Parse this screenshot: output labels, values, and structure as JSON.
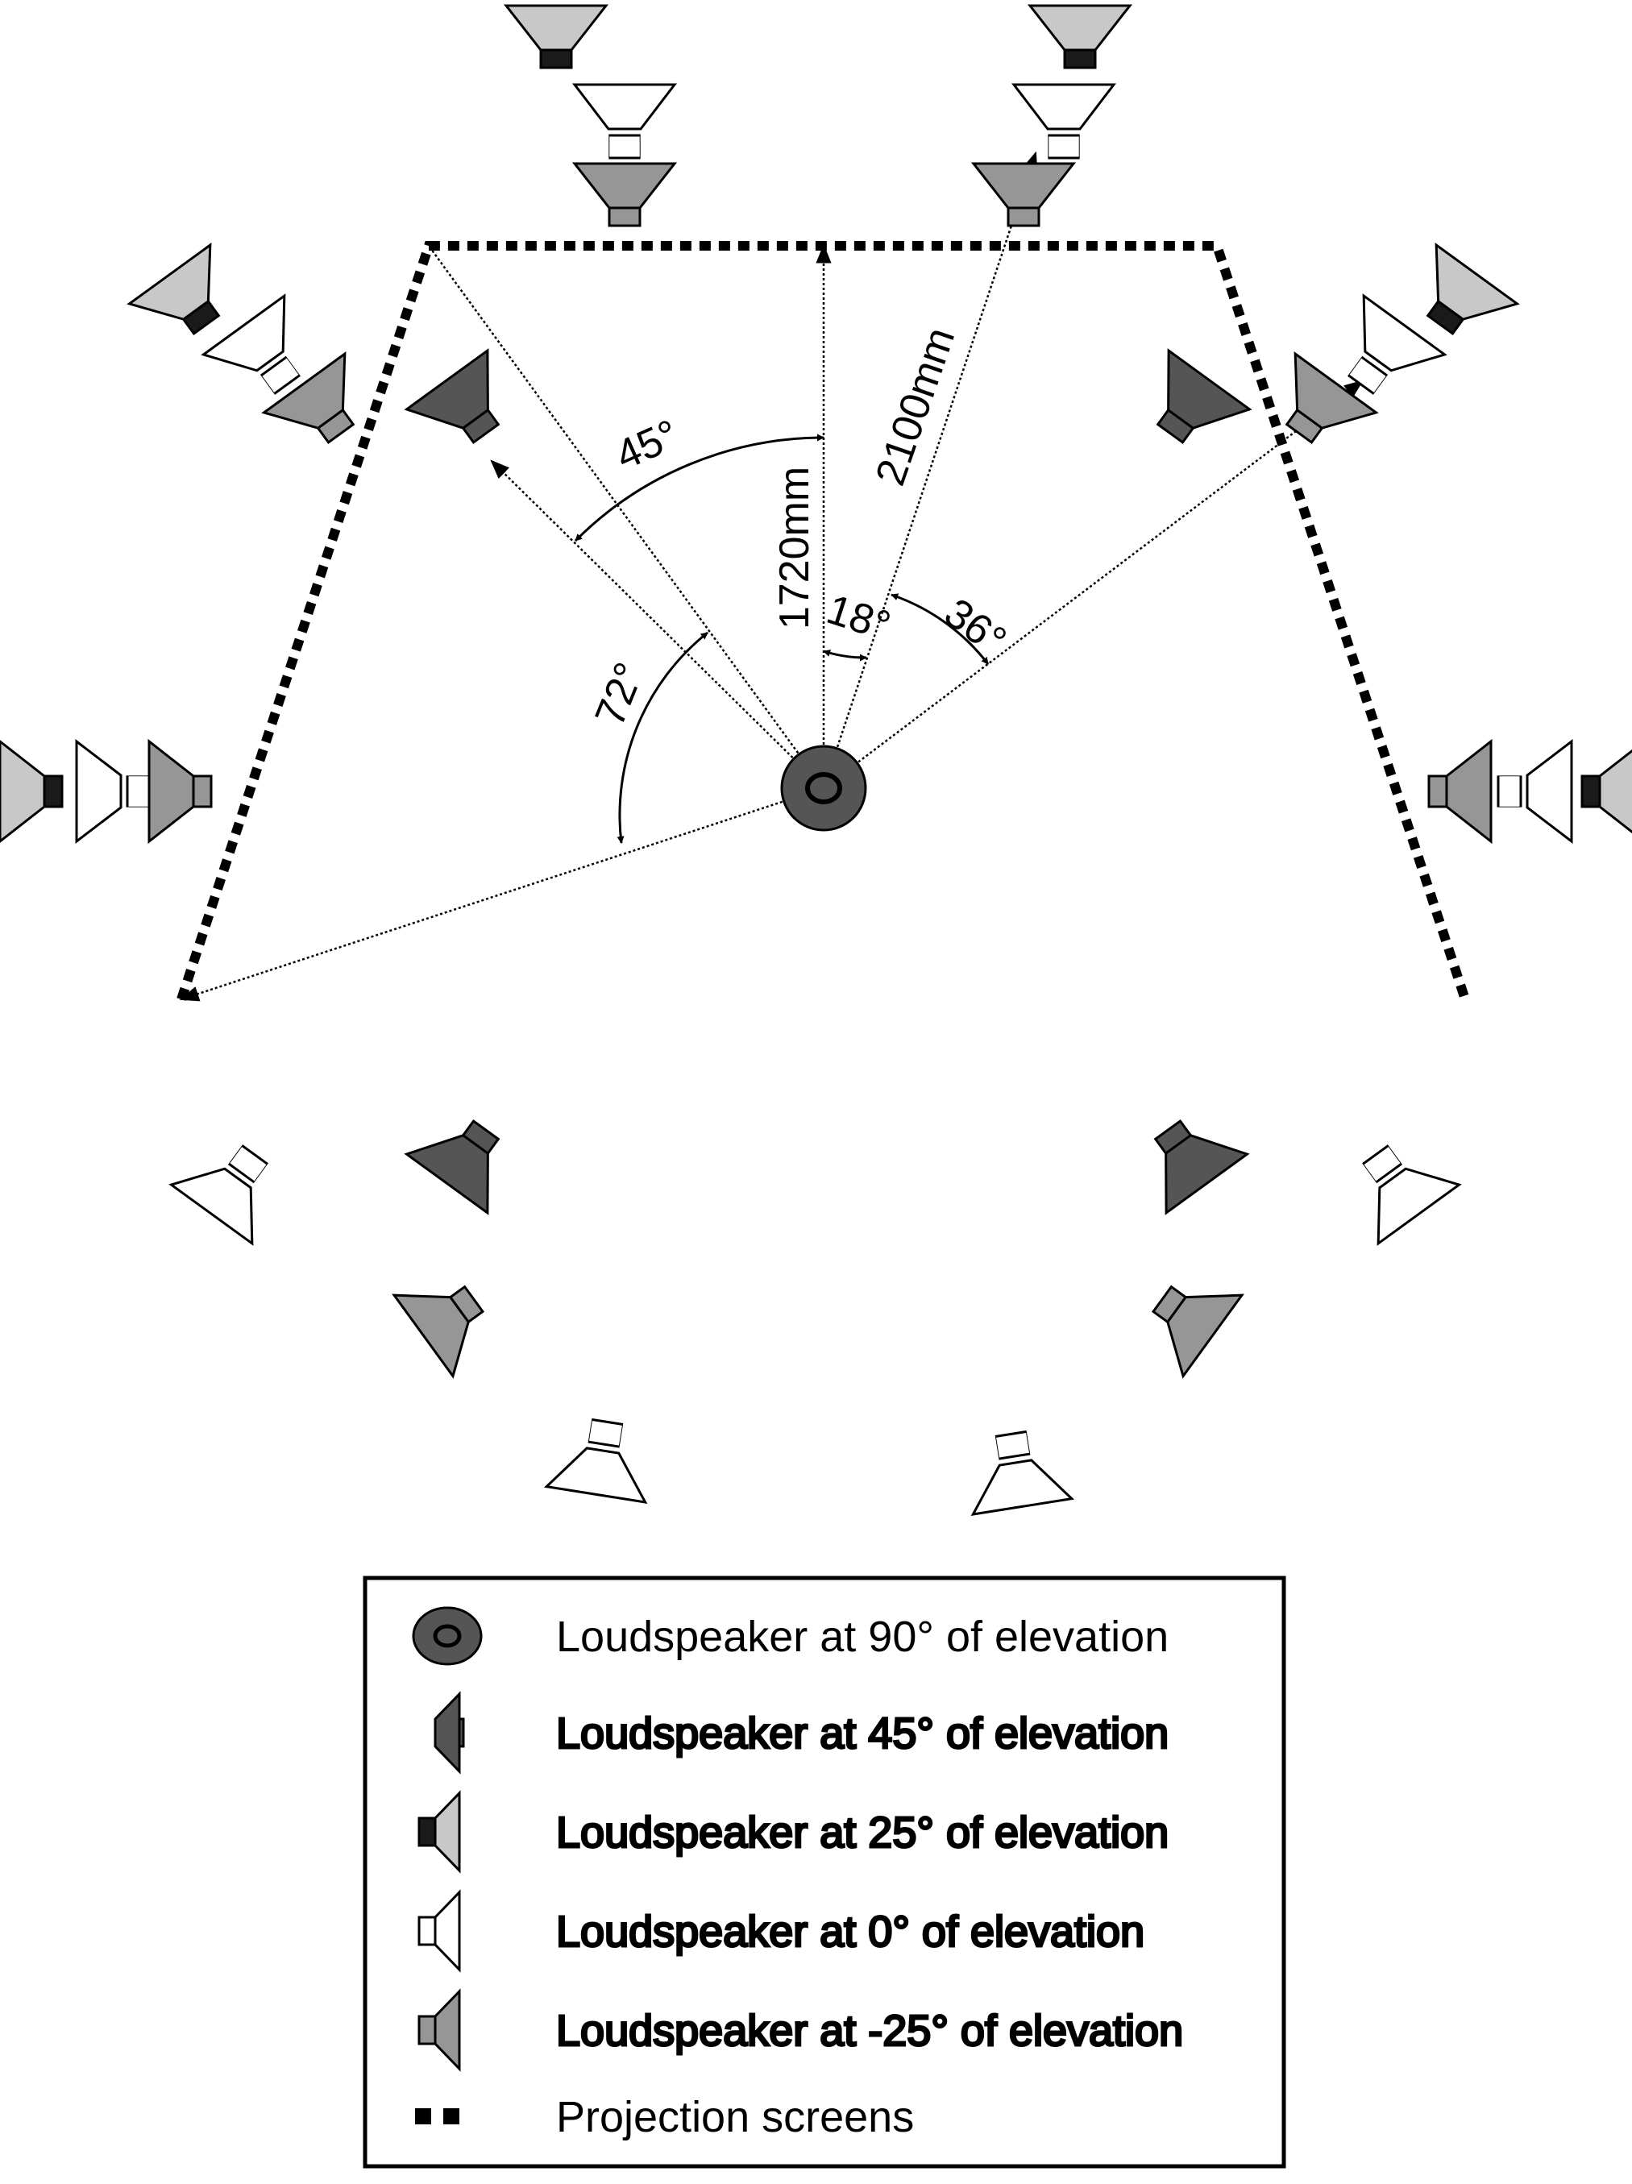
{
  "dimensions": {
    "angle_45": "45°",
    "angle_72": "72°",
    "angle_18": "18°",
    "angle_36": "36°",
    "distance_1720": "1720mm",
    "distance_2100": "2100mm"
  },
  "legend": {
    "items": [
      {
        "label": "Loudspeaker at 90° of elevation",
        "icon": "top-loudspeaker-icon"
      },
      {
        "label": "Loudspeaker at 45° of elevation",
        "icon": "loudspeaker-45-icon"
      },
      {
        "label": "Loudspeaker at 25° of elevation",
        "icon": "loudspeaker-25-icon"
      },
      {
        "label": "Loudspeaker at 0° of elevation",
        "icon": "loudspeaker-0-icon"
      },
      {
        "label": "Loudspeaker at -25° of elevation",
        "icon": "loudspeaker-neg25-icon"
      },
      {
        "label": "Projection screens",
        "icon": "projection-screen-icon"
      }
    ]
  },
  "colors": {
    "elev_90": "#555555",
    "elev_45": "#555555",
    "elev_25": "#c8c8c8",
    "elev_0": "#ffffff",
    "elev_neg25": "#969696",
    "magnet_25": "#1a1a1a",
    "line": "#000000"
  }
}
